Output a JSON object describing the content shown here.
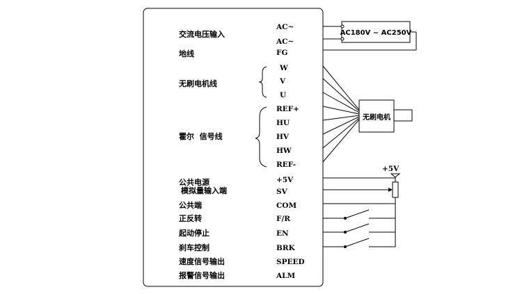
{
  "labels": {
    "ac_input": "交流电压输入",
    "ground": "地线",
    "motor_wires": "无刷电机线",
    "hall_wires": "霍尔  信号线",
    "power": "公共电源",
    "analog_input": "模拟量输入端",
    "common": "公共端",
    "direction": "正反转",
    "start_stop": "起动停止",
    "brake": "刹车控制",
    "speed_out": "速度信号输出",
    "alarm_out": "报警信号输出"
  },
  "pins": {
    "ac1": "AC~",
    "ac2": "AC~",
    "fg": "FG",
    "w": "W",
    "v": "V",
    "u": "U",
    "ref_plus": "REF+",
    "hu": "HU",
    "hv": "HV",
    "hw": "HW",
    "ref_minus": "REF-",
    "p5v": "+5V",
    "sv": "SV",
    "com": "COM",
    "fr": "F/R",
    "en": "EN",
    "brk": "BRK",
    "speed": "SPEED",
    "alm": "ALM"
  },
  "external": {
    "ac_supply": "AC180V ~ AC250V",
    "motor": "无刷电机",
    "pot_supply": "+5V"
  }
}
